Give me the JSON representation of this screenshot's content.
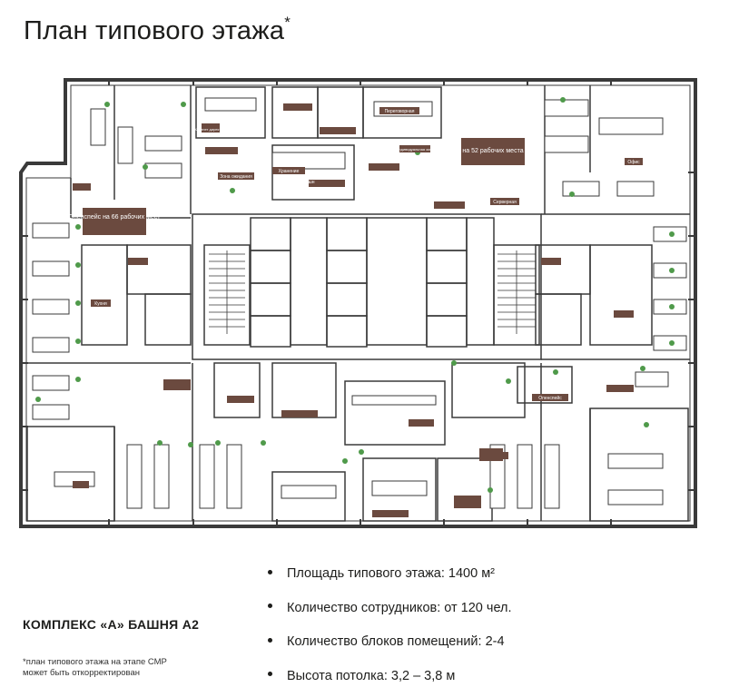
{
  "title": "План типового этажа",
  "title_asterisk": "*",
  "complex_name": "КОМПЛЕКС «А» БАШНЯ А2",
  "note_line1": "*план типового этажа на этапе СМР",
  "note_line2": "может быть откорректирован",
  "specs": [
    "Площадь типового этажа: 1400 м²",
    "Количество сотрудников: от 120 чел.",
    "Количество блоков помещений: 2-4",
    "Высота потолка: 3,2 – 3,8 м"
  ],
  "plan": {
    "tag_left": "Опенспейс на 66 рабочих мест",
    "tag_right": "на 52 рабочих места",
    "rooms": {
      "cabinet": "Кабинет директора",
      "meeting": "Переговорная",
      "waiting": "Зона ожидания",
      "storage": "Хранение",
      "reception": "Зона ресепшн",
      "office": "Офис",
      "server": "Серверная",
      "kitchen": "Кухня",
      "openspace": "Опенспейс",
      "zone": "Индивидуальная зона"
    }
  }
}
